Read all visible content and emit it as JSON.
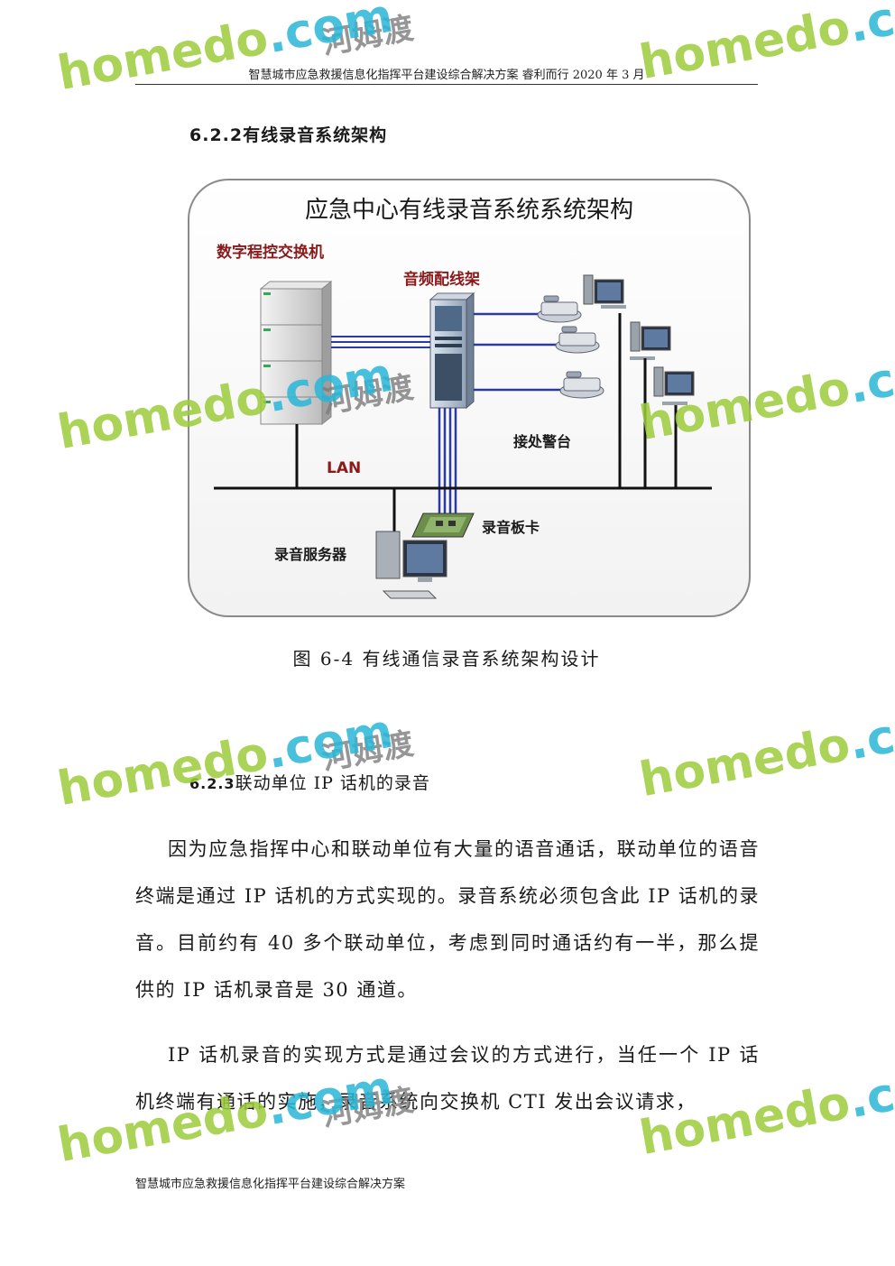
{
  "header": {
    "text": "智慧城市应急救援信息化指挥平台建设综合解决方案 睿利而行 2020 年 3 月"
  },
  "section_622": {
    "number": "6.2.2",
    "title": "有线录音系统架构"
  },
  "diagram": {
    "title": "应急中心有线录音系统系统架构",
    "switch_label": "数字程控交换机",
    "patch_label": "音频配线架",
    "console_label": "接处警台",
    "lan_label": "LAN",
    "card_label": "录音板卡",
    "server_label": "录音服务器"
  },
  "caption": "图 6-4 有线通信录音系统架构设计",
  "section_623": {
    "number": "6.2.3",
    "title": "联动单位 IP 话机的录音"
  },
  "paragraphs": [
    "因为应急指挥中心和联动单位有大量的语音通话，联动单位的语音终端是通过 IP 话机的方式实现的。录音系统必须包含此 IP 话机的录音。目前约有 40 多个联动单位，考虑到同时通话约有一半，那么提供的 IP 话机录音是 30 通道。",
    "IP 话机录音的实现方式是通过会议的方式进行，当任一个 IP 话机终端有通话的实施，录音系统向交换机 CTI 发出会议请求，"
  ],
  "footer": {
    "text": "智慧城市应急救援信息化指挥平台建设综合解决方案"
  },
  "watermark": {
    "brand": "homedo",
    "domain": ".com",
    "cn": "河姆渡",
    "colors": {
      "brand": "#9ccc3c",
      "domain": "#2ab7d8",
      "cn": "#7c7c7c"
    }
  }
}
